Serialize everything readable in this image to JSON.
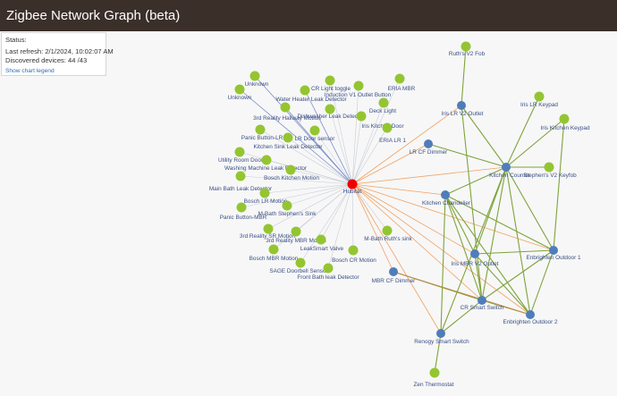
{
  "app": {
    "title": "Zigbee Network Graph (beta)"
  },
  "status": {
    "heading": "Status:",
    "last_refresh": "Last refresh: 2/1/2024, 10:02:07 AM",
    "discovered": "Discovered devices: 44 /43",
    "legend_link": "Show chart legend"
  },
  "colors": {
    "hub": "#ee0000",
    "router": "#4f7dba",
    "end_device": "#94c531",
    "link_hub_end": "#7a8fc8",
    "link_hub_faint": "#c9ced8",
    "link_hub_router": "#f0a263",
    "link_mesh": "#7ea33c",
    "link_mesh_alt": "#c68a4c"
  },
  "graph": {
    "hub": {
      "id": "hub",
      "label": "Hubitat"
    },
    "nodes": [
      {
        "id": "unknown1",
        "label": "Unknown",
        "type": "end"
      },
      {
        "id": "unknown2",
        "label": "Unknown",
        "type": "end"
      },
      {
        "id": "cr_light_toggle",
        "label": "CR Light toggle",
        "type": "end"
      },
      {
        "id": "water_heater",
        "label": "Water Heater Leak Detector",
        "type": "end"
      },
      {
        "id": "induction_v1",
        "label": "Induction V1 Outlet Button",
        "type": "end"
      },
      {
        "id": "eria_mbr",
        "label": "ERIA MBR",
        "type": "end"
      },
      {
        "id": "hallway_motion",
        "label": "3rd Reality Hallway Motion",
        "type": "end"
      },
      {
        "id": "dishwasher",
        "label": "Dishwasher Leak Detector",
        "type": "end"
      },
      {
        "id": "deck_light",
        "label": "Deck Light",
        "type": "end"
      },
      {
        "id": "panic_lr",
        "label": "Panic Button-LR",
        "type": "end"
      },
      {
        "id": "lr_door",
        "label": "LR Door sensor",
        "type": "end"
      },
      {
        "id": "iris_kitchen_door",
        "label": "Iris Kitchen Door",
        "type": "end"
      },
      {
        "id": "eria_lr1",
        "label": "ERIA LR 1",
        "type": "end"
      },
      {
        "id": "kitchen_sink",
        "label": "Kitchen Sink Leak Detector",
        "type": "end"
      },
      {
        "id": "utility_door",
        "label": "Utility Room Door",
        "type": "end"
      },
      {
        "id": "washing_machine",
        "label": "Washing Machine Leak Detector",
        "type": "end"
      },
      {
        "id": "bosch_kitchen",
        "label": "Bosch Kitchen Motion",
        "type": "end"
      },
      {
        "id": "main_bath",
        "label": "Main Bath Leak Detector",
        "type": "end"
      },
      {
        "id": "bosch_lr",
        "label": "Bosch LR Motion",
        "type": "end"
      },
      {
        "id": "mbath_stephen",
        "label": "M-Bath Stephen's Sink",
        "type": "end"
      },
      {
        "id": "panic_mbr",
        "label": "Panic Button-MBR",
        "type": "end"
      },
      {
        "id": "sr_motion",
        "label": "3rd Reality SR Motion",
        "type": "end"
      },
      {
        "id": "mbr_motion3",
        "label": "3rd Reality MBR Motion",
        "type": "end"
      },
      {
        "id": "leaksmart",
        "label": "LeakSmart Valve",
        "type": "end"
      },
      {
        "id": "mbath_ruth",
        "label": "M-Bath Ruth's sink",
        "type": "end"
      },
      {
        "id": "bosch_mbr",
        "label": "Bosch MBR Motion",
        "type": "end"
      },
      {
        "id": "bosch_cr",
        "label": "Bosch CR Motion",
        "type": "end"
      },
      {
        "id": "sage",
        "label": "SAGE Doorbell Sensor",
        "type": "end"
      },
      {
        "id": "front_bath",
        "label": "Front Bath leak Detector",
        "type": "end"
      },
      {
        "id": "ruth_fob",
        "label": "Ruth's V2 Fob",
        "type": "end"
      },
      {
        "id": "iris_lr_keypad",
        "label": "Iris LR Keypad",
        "type": "end"
      },
      {
        "id": "iris_kitchen_keypad",
        "label": "Iris Kitchen Keypad",
        "type": "end"
      },
      {
        "id": "stephen_fob",
        "label": "Stephen's V2 Keyfob",
        "type": "end"
      },
      {
        "id": "zen",
        "label": "Zen Thermostat",
        "type": "end"
      },
      {
        "id": "iris_lr_outlet",
        "label": "Iris LR V2 Outlet",
        "type": "router"
      },
      {
        "id": "lr_cf_dimmer",
        "label": "LR CF Dimmer",
        "type": "router"
      },
      {
        "id": "kitchen_counter",
        "label": "Kitchen Counter",
        "type": "router"
      },
      {
        "id": "kitchen_chandelier",
        "label": "Kitchen Chandelier",
        "type": "router"
      },
      {
        "id": "iris_mbr_outlet",
        "label": "Iris MBR V2 Outlet",
        "type": "router"
      },
      {
        "id": "enbrighten1",
        "label": "Enbrighten Outdoor 1",
        "type": "router"
      },
      {
        "id": "mbr_cf_dimmer",
        "label": "MBR CF Dimmer",
        "type": "router"
      },
      {
        "id": "cr_smart_switch",
        "label": "CR Smart Switch",
        "type": "router"
      },
      {
        "id": "enbrighten2",
        "label": "Enbrighten Outdoor 2",
        "type": "router"
      },
      {
        "id": "renogy",
        "label": "Renogy Smart Switch",
        "type": "router"
      }
    ],
    "links": [
      [
        "hub",
        "unknown1",
        "end"
      ],
      [
        "hub",
        "unknown2",
        "end"
      ],
      [
        "hub",
        "cr_light_toggle",
        "faint"
      ],
      [
        "hub",
        "water_heater",
        "end"
      ],
      [
        "hub",
        "induction_v1",
        "faint"
      ],
      [
        "hub",
        "eria_mbr",
        "faint"
      ],
      [
        "hub",
        "hallway_motion",
        "end"
      ],
      [
        "hub",
        "dishwasher",
        "faint"
      ],
      [
        "hub",
        "deck_light",
        "faint"
      ],
      [
        "hub",
        "panic_lr",
        "faint"
      ],
      [
        "hub",
        "lr_door",
        "faint"
      ],
      [
        "hub",
        "iris_kitchen_door",
        "faint"
      ],
      [
        "hub",
        "eria_lr1",
        "faint"
      ],
      [
        "hub",
        "kitchen_sink",
        "faint"
      ],
      [
        "hub",
        "utility_door",
        "faint"
      ],
      [
        "hub",
        "washing_machine",
        "faint"
      ],
      [
        "hub",
        "bosch_kitchen",
        "faint"
      ],
      [
        "hub",
        "main_bath",
        "faint"
      ],
      [
        "hub",
        "bosch_lr",
        "faint"
      ],
      [
        "hub",
        "mbath_stephen",
        "faint"
      ],
      [
        "hub",
        "panic_mbr",
        "faint"
      ],
      [
        "hub",
        "sr_motion",
        "faint"
      ],
      [
        "hub",
        "mbr_motion3",
        "faint"
      ],
      [
        "hub",
        "leaksmart",
        "faint"
      ],
      [
        "hub",
        "mbath_ruth",
        "faint"
      ],
      [
        "hub",
        "bosch_mbr",
        "faint"
      ],
      [
        "hub",
        "bosch_cr",
        "faint"
      ],
      [
        "hub",
        "sage",
        "faint"
      ],
      [
        "hub",
        "front_bath",
        "faint"
      ],
      [
        "hub",
        "iris_lr_outlet",
        "router"
      ],
      [
        "hub",
        "lr_cf_dimmer",
        "router"
      ],
      [
        "hub",
        "kitchen_counter",
        "router"
      ],
      [
        "hub",
        "kitchen_chandelier",
        "router"
      ],
      [
        "hub",
        "iris_mbr_outlet",
        "router"
      ],
      [
        "hub",
        "enbrighten1",
        "router"
      ],
      [
        "hub",
        "mbr_cf_dimmer",
        "router"
      ],
      [
        "hub",
        "cr_smart_switch",
        "router"
      ],
      [
        "hub",
        "enbrighten2",
        "router"
      ],
      [
        "hub",
        "renogy",
        "router"
      ],
      [
        "iris_lr_outlet",
        "ruth_fob",
        "mesh"
      ],
      [
        "iris_lr_outlet",
        "kitchen_counter",
        "mesh"
      ],
      [
        "iris_lr_outlet",
        "cr_smart_switch",
        "mesh"
      ],
      [
        "lr_cf_dimmer",
        "kitchen_counter",
        "mesh"
      ],
      [
        "kitchen_counter",
        "iris_lr_keypad",
        "mesh"
      ],
      [
        "kitchen_counter",
        "iris_kitchen_keypad",
        "mesh"
      ],
      [
        "kitchen_counter",
        "stephen_fob",
        "mesh"
      ],
      [
        "kitchen_counter",
        "kitchen_chandelier",
        "mesh"
      ],
      [
        "kitchen_counter",
        "iris_mbr_outlet",
        "mesh"
      ],
      [
        "kitchen_counter",
        "enbrighten1",
        "mesh"
      ],
      [
        "kitchen_counter",
        "cr_smart_switch",
        "mesh"
      ],
      [
        "kitchen_counter",
        "enbrighten2",
        "mesh"
      ],
      [
        "kitchen_chandelier",
        "iris_mbr_outlet",
        "mesh"
      ],
      [
        "kitchen_chandelier",
        "enbrighten1",
        "mesh"
      ],
      [
        "kitchen_chandelier",
        "cr_smart_switch",
        "mesh"
      ],
      [
        "kitchen_chandelier",
        "enbrighten2",
        "mesh"
      ],
      [
        "iris_mbr_outlet",
        "cr_smart_switch",
        "mesh"
      ],
      [
        "iris_mbr_outlet",
        "enbrighten2",
        "mesh"
      ],
      [
        "iris_mbr_outlet",
        "enbrighten1",
        "mesh"
      ],
      [
        "enbrighten1",
        "cr_smart_switch",
        "mesh"
      ],
      [
        "enbrighten1",
        "enbrighten2",
        "mesh"
      ],
      [
        "cr_smart_switch",
        "enbrighten2",
        "mesh"
      ],
      [
        "cr_smart_switch",
        "renogy",
        "mesh"
      ],
      [
        "renogy",
        "zen",
        "mesh"
      ],
      [
        "mbr_cf_dimmer",
        "cr_smart_switch",
        "mesh"
      ],
      [
        "mbr_cf_dimmer",
        "enbrighten2",
        "mesh_alt"
      ],
      [
        "kitchen_chandelier",
        "renogy",
        "mesh"
      ],
      [
        "enbrighten1",
        "iris_kitchen_keypad",
        "mesh"
      ],
      [
        "kitchen_counter",
        "renogy",
        "mesh"
      ]
    ]
  }
}
